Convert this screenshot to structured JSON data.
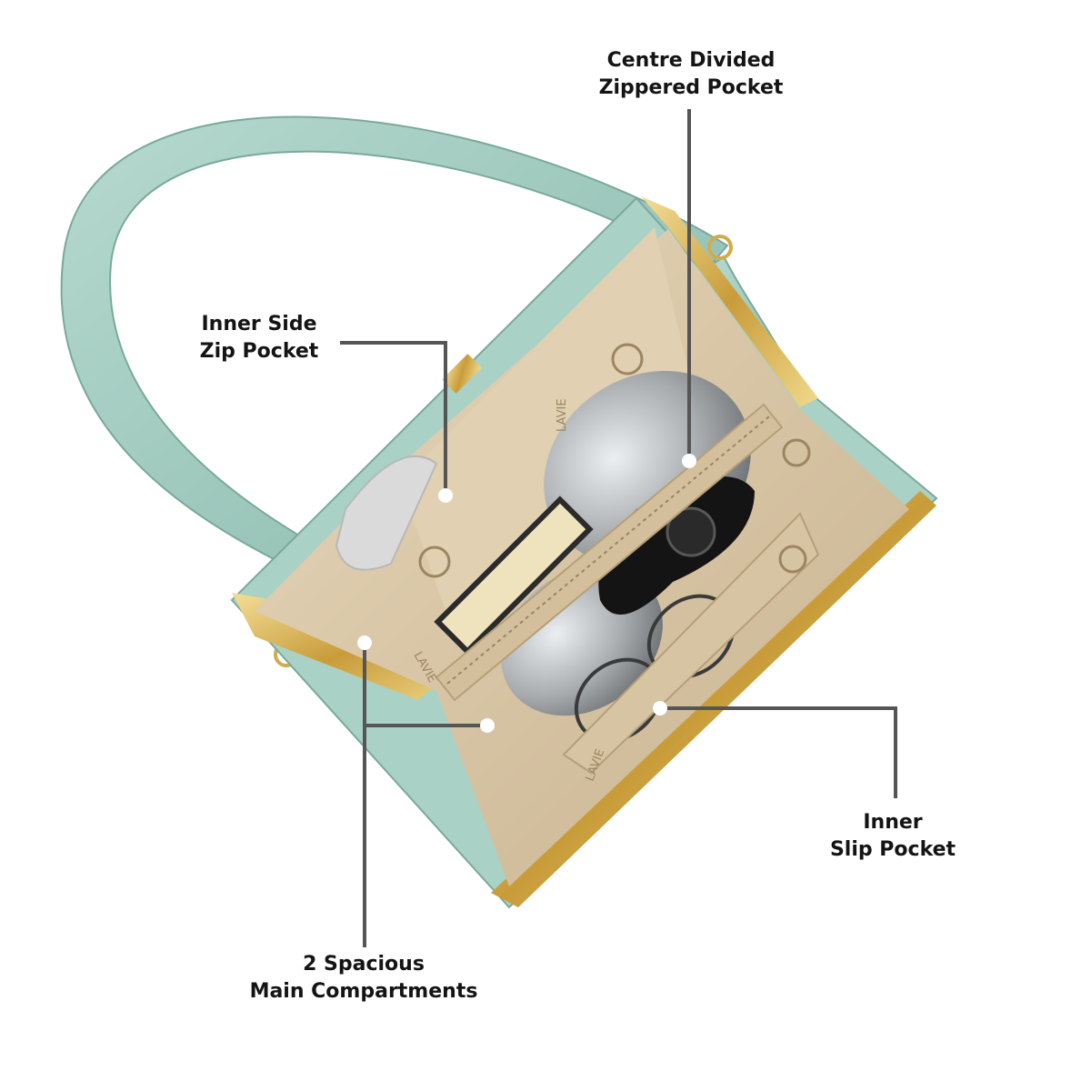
{
  "image": {
    "subject": "open handbag top view",
    "colors": {
      "strap": "#9fc9be",
      "gold_frame": "#d8b65a",
      "lining": "#d9c7a8",
      "leader_line": "#555555",
      "label_text": "#141414",
      "background": "#ffffff"
    }
  },
  "callouts": {
    "centre_pocket": {
      "line1": "Centre Divided",
      "line2": "Zippered Pocket"
    },
    "side_pocket": {
      "line1": "Inner Side",
      "line2": "Zip Pocket"
    },
    "slip_pocket": {
      "line1": "Inner",
      "line2": "Slip Pocket"
    },
    "main_compartments": {
      "line1": "2 Spacious",
      "line2": "Main Compartments"
    }
  },
  "brand_marks": [
    "LAVIE",
    "LAVIE",
    "LAVIE"
  ]
}
